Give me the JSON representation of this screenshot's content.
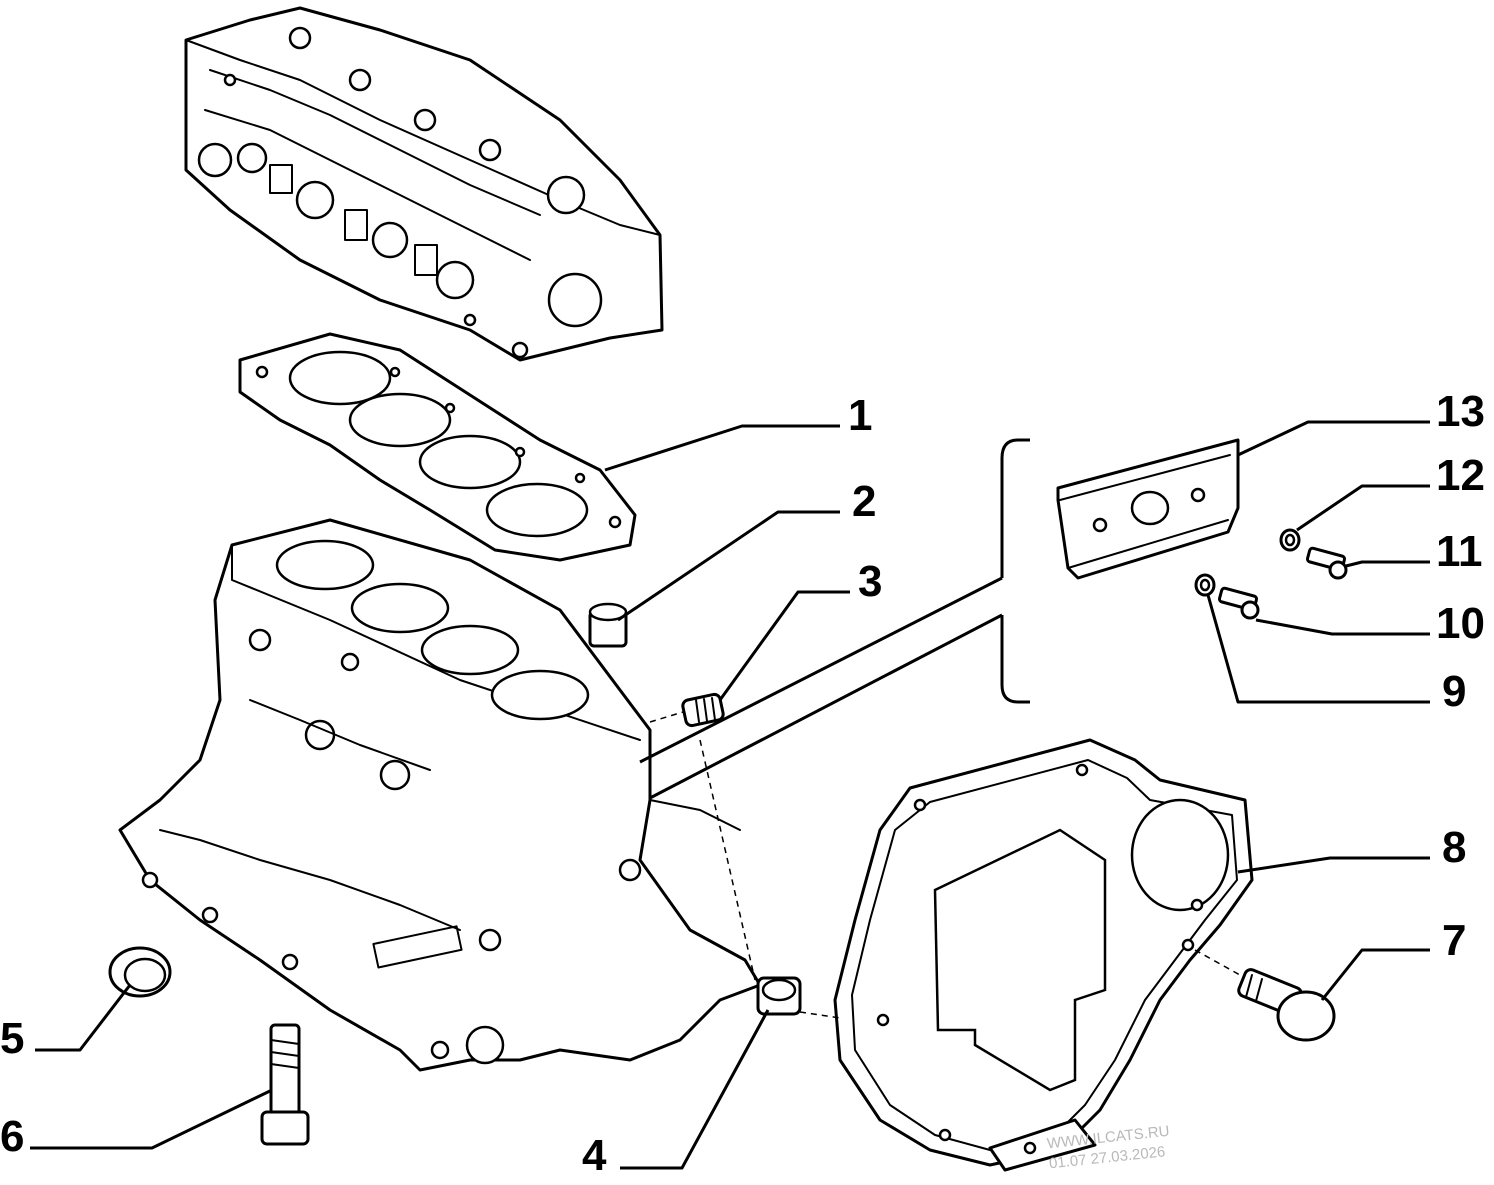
{
  "callouts": [
    "1",
    "2",
    "3",
    "4",
    "5",
    "6",
    "7",
    "8",
    "9",
    "10",
    "11",
    "12",
    "13"
  ],
  "watermark": {
    "site": "WWW.ILCATS.RU",
    "stamp": "01.07 27.03.2026"
  }
}
